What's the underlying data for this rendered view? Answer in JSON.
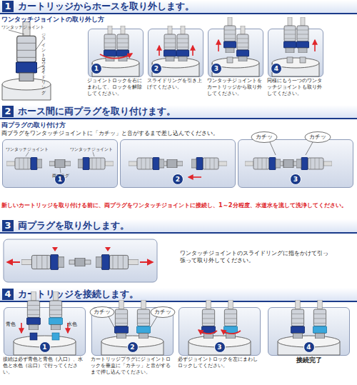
{
  "diagram": {
    "nodes": [
      {
        "text": [
          "1",
          "カートリッジからホースを取り外します。"
        ]
      },
      {
        "text": [
          "1",
          "ジョイントロックを右にまわして、ロックを解除してください。"
        ]
      },
      {
        "text": [
          "2",
          "スライドリングを引き上げてください。"
        ]
      },
      {
        "text": [
          "3",
          "ワンタッチジョイントをカートリッジから取り外してください。"
        ]
      },
      {
        "text": [
          "4",
          "同様にもう一つのワンタッチジョイントも取り外してください。"
        ]
      },
      {
        "text": [
          "2",
          "ホース間に両プラグを取り付けます。"
        ]
      },
      {
        "text": [
          "1"
        ]
      },
      {
        "text": [
          "2"
        ]
      },
      {
        "text": [
          "3"
        ]
      },
      {
        "text": [
          "3",
          "両プラグを取り外します。"
        ]
      },
      {
        "text": [
          "4",
          "カートリッジを接続します。"
        ]
      },
      {
        "text": [
          "1",
          "接続は必ず青色と青色（入口）、水色と水色（出口）で行ってください。"
        ]
      },
      {
        "text": [
          "2",
          "カートリッジプラグにジョイントロックを垂直に「カチッ」と音がするまで押し込んでください。"
        ]
      },
      {
        "text": [
          "3",
          "必ずジョイントロックを左にまわしロックしてください。"
        ]
      },
      {
        "text": [
          "4",
          "接続完了"
        ]
      }
    ],
    "labels": [
      "ワンタッチジョイントの取り外し方",
      "ワンタッチジョイント",
      "ジョイントロック",
      "スライドリング",
      "両プラグの取り付け方",
      "両プラグをワンタッチジョイントに「カチッ」と音がするまで差し込んでください。",
      "ワンタッチジョイント",
      "ワンタッチジョイント",
      "両プラグ",
      "カチッ",
      "カチッ",
      "新しいカートリッジを取り付ける前に、両プラグをワンタッチジョイントに接続し、1～2分程度、水道水を流して洗浄してください。",
      "ワンタッチジョイントのスライドリングに指をかけて引っ張って取り外してください。",
      "青色",
      "水色",
      "カチッ",
      "カチッ"
    ]
  }
}
